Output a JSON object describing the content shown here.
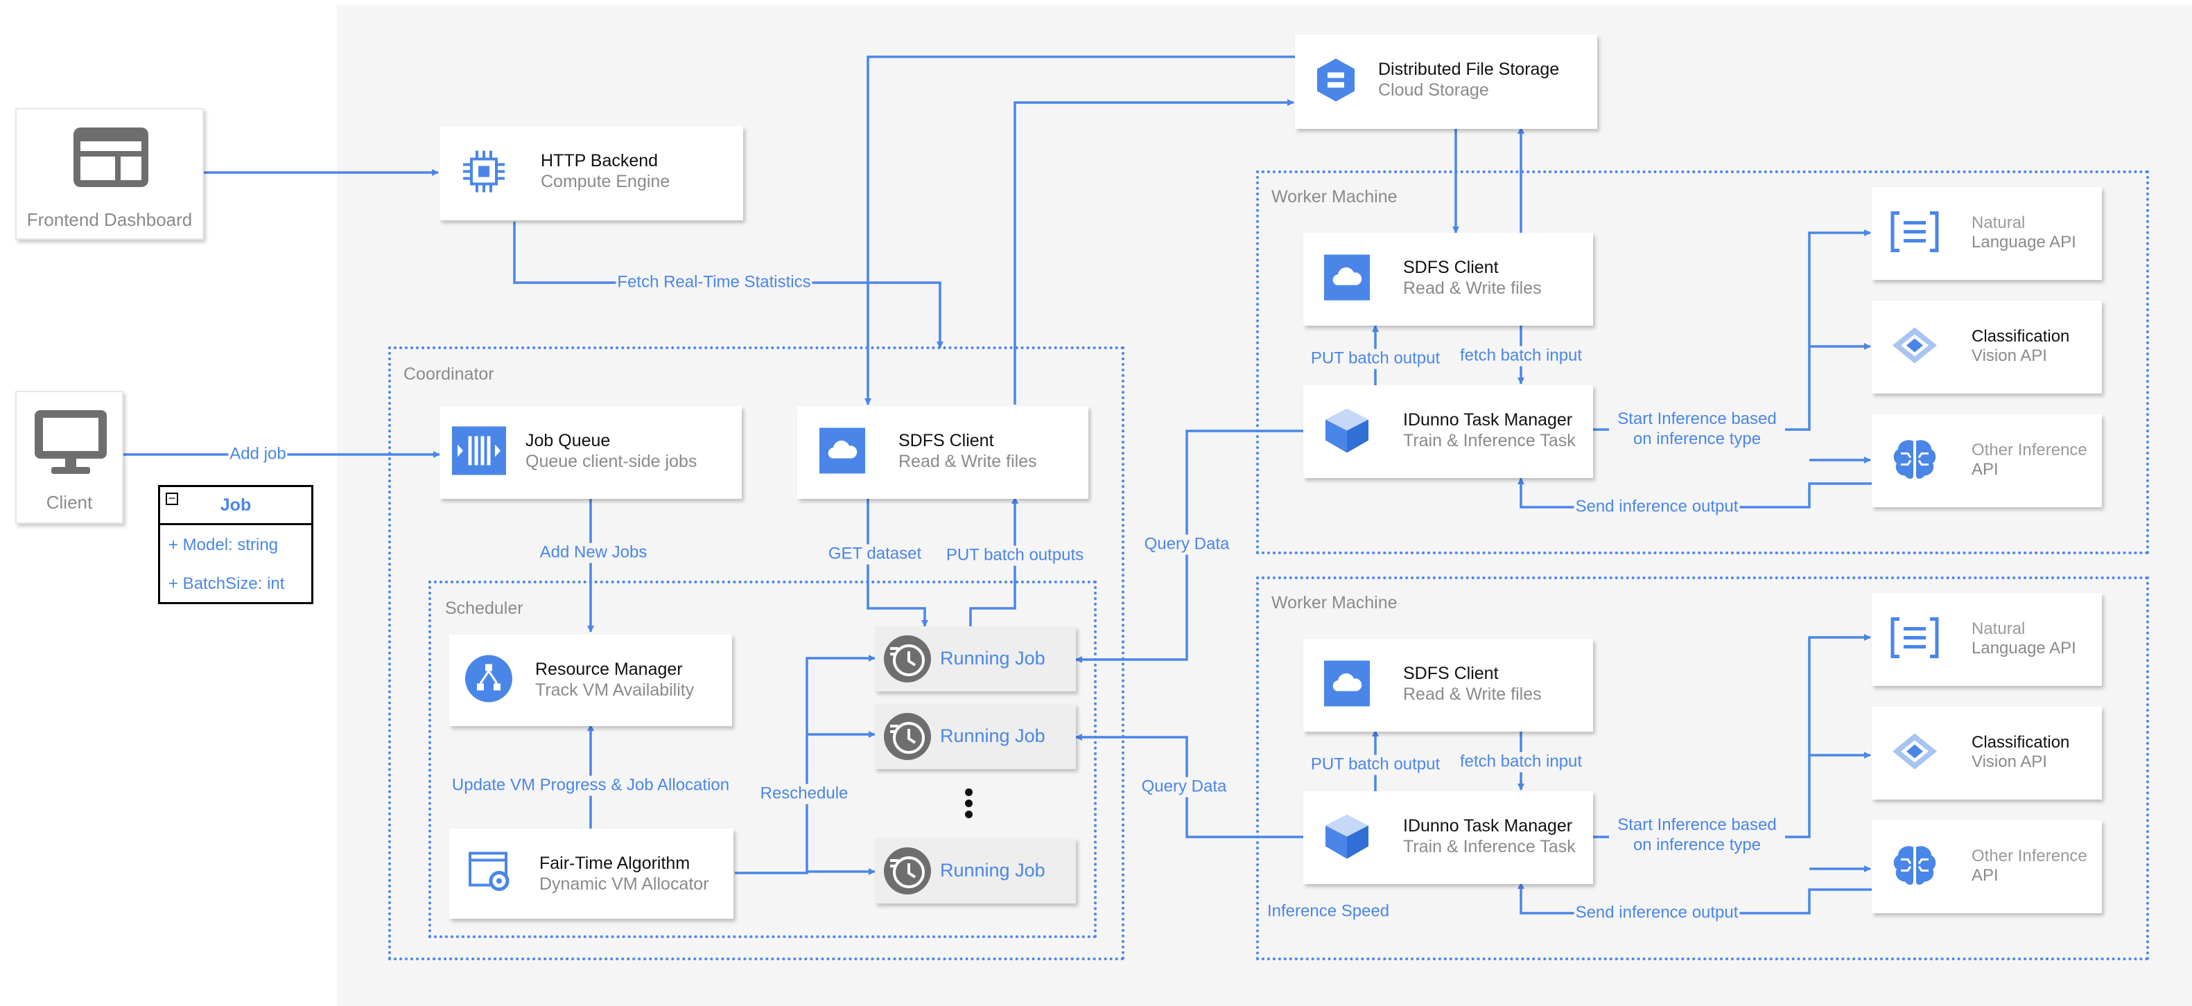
{
  "external": {
    "frontend": {
      "label": "Frontend Dashboard",
      "icon": "dashboard-icon"
    },
    "client": {
      "label": "Client",
      "icon": "monitor-icon"
    }
  },
  "zones": {
    "coordinator": "Coordinator",
    "scheduler": "Scheduler",
    "worker_1": "Worker Machine",
    "worker_2": "Worker Machine"
  },
  "nodes": {
    "http_backend": {
      "title": "HTTP Backend",
      "subtitle": "Compute Engine",
      "icon": "compute-engine-icon"
    },
    "dfs": {
      "title": "Distributed File Storage",
      "subtitle": "Cloud Storage",
      "icon": "cloud-storage-icon"
    },
    "job_queue": {
      "title": "Job Queue",
      "subtitle": "Queue client-side jobs",
      "icon": "pubsub-queue-icon"
    },
    "coord_sdfs": {
      "title": "SDFS Client",
      "subtitle": "Read & Write files",
      "icon": "cloud-icon"
    },
    "resource_manager": {
      "title": "Resource Manager",
      "subtitle": "Track VM Availability",
      "icon": "network-icon"
    },
    "fair_time": {
      "title": "Fair-Time Algorithm",
      "subtitle": "Dynamic VM Allocator",
      "icon": "window-gear-icon"
    },
    "running_jobs": [
      "Running Job",
      "Running Job",
      "Running Job"
    ],
    "workers": [
      {
        "sdfs": {
          "title": "SDFS Client",
          "subtitle": "Read & Write files"
        },
        "task_manager": {
          "title": "IDunno Task Manager",
          "subtitle": "Train & Inference Task"
        },
        "apis": [
          {
            "title": "Natural",
            "subtitle": "Language API",
            "icon": "natural-language-icon"
          },
          {
            "title": "Classification",
            "subtitle": "Vision API",
            "icon": "vision-icon"
          },
          {
            "title": "Other Inference",
            "subtitle": "API",
            "icon": "brain-icon"
          }
        ]
      },
      {
        "sdfs": {
          "title": "SDFS Client",
          "subtitle": "Read & Write files"
        },
        "task_manager": {
          "title": "IDunno Task Manager",
          "subtitle": "Train & Inference Task"
        },
        "apis": [
          {
            "title": "Natural",
            "subtitle": "Language API",
            "icon": "natural-language-icon"
          },
          {
            "title": "Classification",
            "subtitle": "Vision API",
            "icon": "vision-icon"
          },
          {
            "title": "Other Inference",
            "subtitle": "API",
            "icon": "brain-icon"
          }
        ]
      }
    ]
  },
  "job_class": {
    "name": "Job",
    "fields": [
      "+ Model: string",
      "+ BatchSize: int"
    ]
  },
  "edge_labels": {
    "fetch_stats": "Fetch Real-Time Statistics",
    "add_job": "Add job",
    "add_new_jobs": "Add New Jobs",
    "get_dataset": "GET dataset",
    "put_batch_outputs": "PUT batch outputs",
    "update_vm": "Update VM Progress & Job Allocation",
    "reschedule": "Reschedule",
    "query_data_1": "Query Data",
    "query_data_2": "Query Data",
    "w1_put": "PUT batch output",
    "w1_fetch": "fetch batch input",
    "w1_start": "Start Inference based on inference type",
    "w1_send": "Send inference output",
    "w2_put": "PUT batch output",
    "w2_fetch": "fetch batch input",
    "w2_start": "Start Inference based on inference type",
    "w2_send": "Send inference output",
    "inference_speed": "Inference Speed"
  },
  "colors": {
    "accent": "#4a86e8",
    "icon_gray": "#6e6e6e",
    "panel": "#f5f5f5"
  }
}
